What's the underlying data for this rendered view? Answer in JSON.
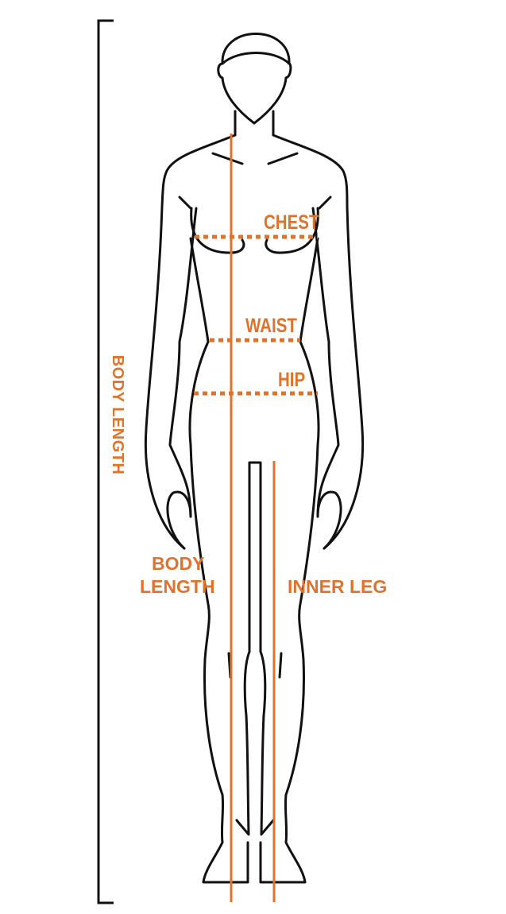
{
  "diagram": {
    "type": "body-measurement-guide",
    "accent_color": "#e0732c",
    "outline_color": "#111111",
    "labels": {
      "chest": "CHEST",
      "waist": "WAIST",
      "hip": "HIP",
      "body_length_inline_line1": "BODY",
      "body_length_inline_line2": "LENGTH",
      "inner_leg": "INNER LEG",
      "body_length_vertical": "BODY LENGTH"
    },
    "measurements": [
      {
        "name": "chest",
        "style": "dotted-horizontal"
      },
      {
        "name": "waist",
        "style": "dotted-horizontal"
      },
      {
        "name": "hip",
        "style": "dotted-horizontal"
      },
      {
        "name": "body length",
        "style": "solid-vertical"
      },
      {
        "name": "inner leg",
        "style": "solid-vertical"
      }
    ]
  }
}
